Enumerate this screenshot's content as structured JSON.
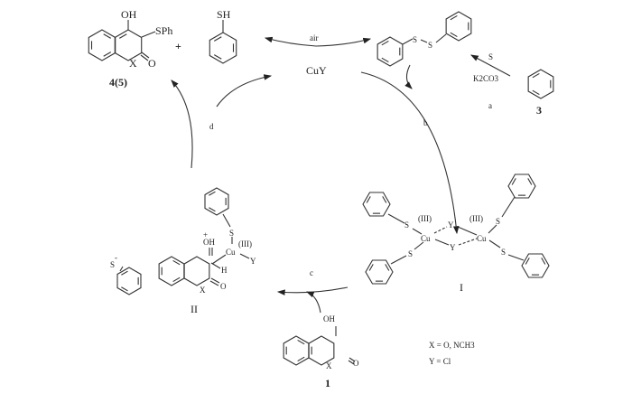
{
  "product": {
    "label_main": "4",
    "label_alt": "(5)",
    "oh": "OH",
    "sph": "SPh",
    "x": "X",
    "o": "O"
  },
  "plus": "+",
  "thiophenol": {
    "sh": "SH"
  },
  "air_label": "air",
  "catalyst": "CuY",
  "disulfide": {
    "s1": "S",
    "s2": "S"
  },
  "step_a": {
    "reagent_top": "S",
    "reagent_bottom": "K2CO3",
    "label": "a"
  },
  "benzene": {
    "label": "3"
  },
  "step_b": "b",
  "step_c": "c",
  "step_d": "d",
  "intermediate_I": {
    "label": "I",
    "s": "S",
    "cu": "Cu",
    "ox": "(III)",
    "y": "Y"
  },
  "intermediate_II": {
    "label": "II",
    "oh": "OH",
    "charge": "+",
    "s": "S",
    "cu": "Cu",
    "ox": "(III)",
    "y": "Y",
    "h": "H",
    "x": "X",
    "o": "O"
  },
  "thiolate": {
    "s": "S",
    "charge": "-"
  },
  "substrate": {
    "label": "1",
    "oh": "OH",
    "x": "X",
    "o": "O"
  },
  "legend": {
    "x_def": "X = O, NCH3",
    "y_def": "Y = Cl"
  }
}
